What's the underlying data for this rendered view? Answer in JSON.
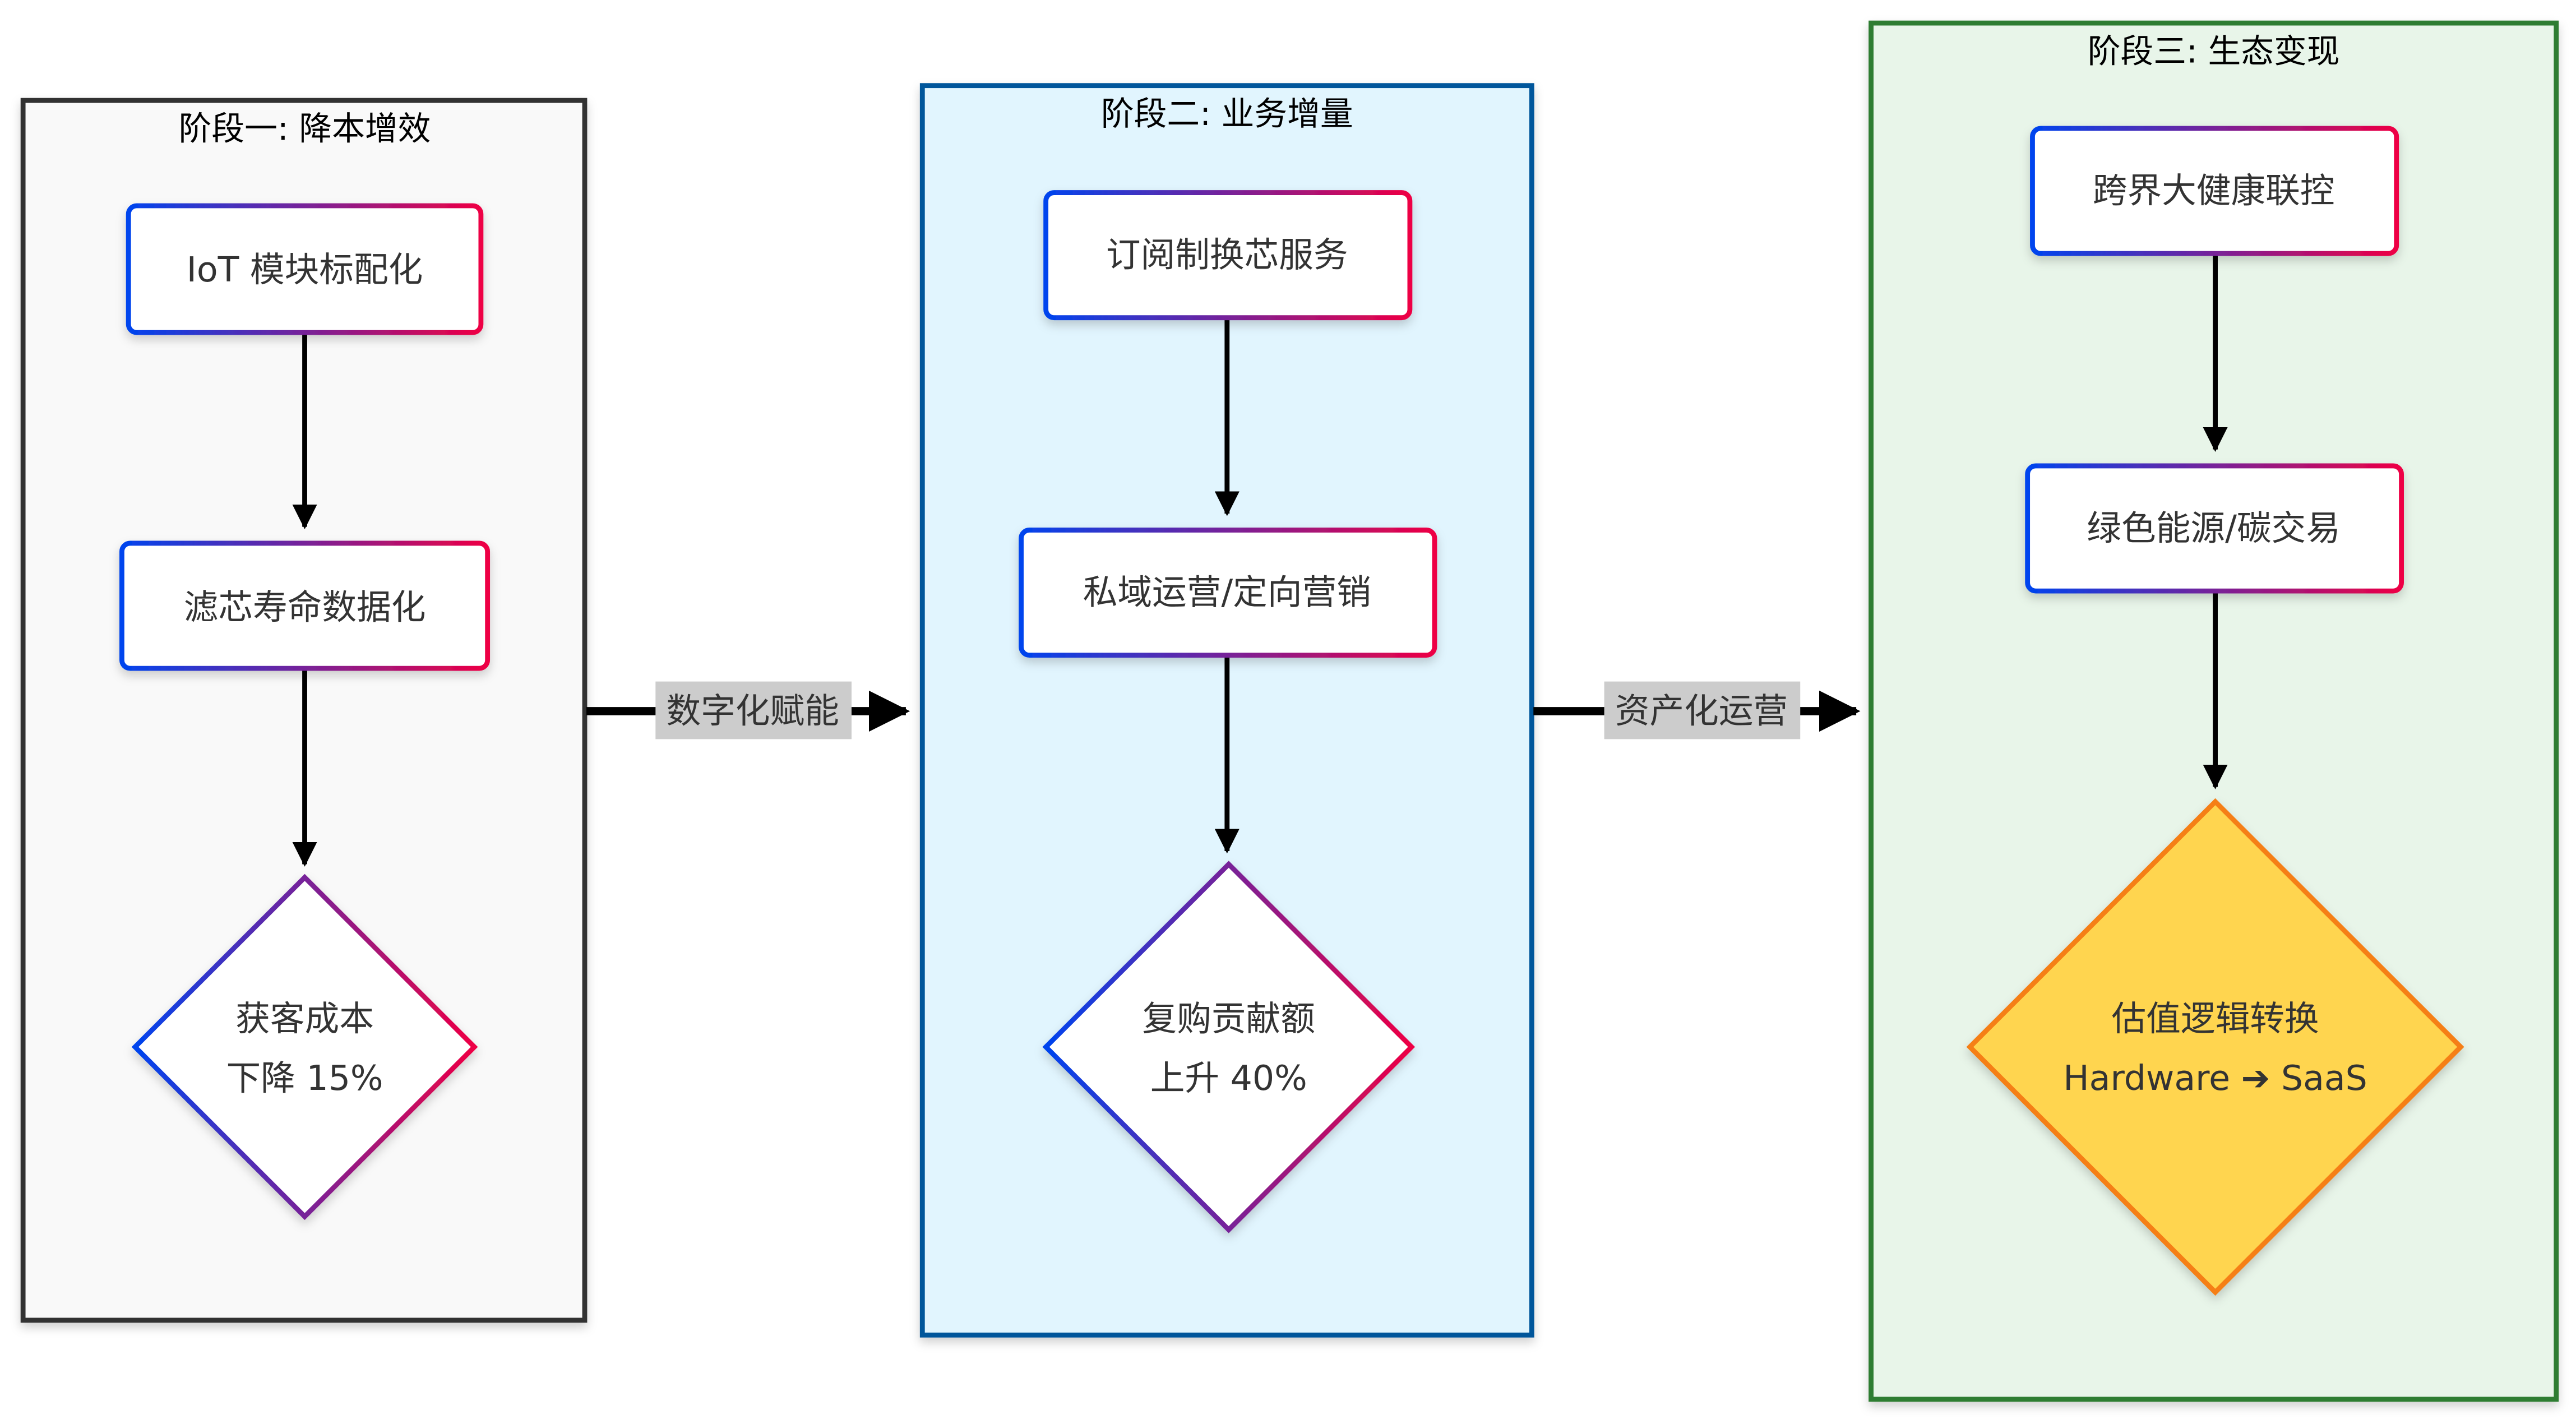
{
  "diagram": {
    "colors": {
      "node_gradient_start": "#0044ee",
      "node_gradient_end": "#ee0044",
      "node_fill": "#ffffff",
      "node_text": "#333333",
      "edge": "#000000",
      "edge_label_bg": "#cccccc",
      "highlight_fill": "#ffd54f",
      "highlight_stroke": "#f57f17"
    },
    "stages": [
      {
        "id": "stage1",
        "title": "阶段一: 降本增效",
        "fill": "#f9f9f9",
        "stroke": "#333333",
        "nodes": [
          {
            "id": "A1",
            "shape": "rect",
            "lines": [
              "IoT 模块标配化"
            ]
          },
          {
            "id": "A2",
            "shape": "rect",
            "lines": [
              "滤芯寿命数据化"
            ]
          },
          {
            "id": "A3",
            "shape": "diamond",
            "lines": [
              "获客成本",
              "下降 15%"
            ]
          }
        ]
      },
      {
        "id": "stage2",
        "title": "阶段二: 业务增量",
        "fill": "#e1f5fe",
        "stroke": "#01579b",
        "nodes": [
          {
            "id": "B1",
            "shape": "rect",
            "lines": [
              "订阅制换芯服务"
            ]
          },
          {
            "id": "B2",
            "shape": "rect",
            "lines": [
              "私域运营/定向营销"
            ]
          },
          {
            "id": "B3",
            "shape": "diamond",
            "lines": [
              "复购贡献额",
              "上升 40%"
            ]
          }
        ]
      },
      {
        "id": "stage3",
        "title": "阶段三: 生态变现",
        "fill": "#e8f5e9",
        "stroke": "#2e7d32",
        "nodes": [
          {
            "id": "C1",
            "shape": "rect",
            "lines": [
              "跨界大健康联控"
            ]
          },
          {
            "id": "C2",
            "shape": "rect",
            "lines": [
              "绿色能源/碳交易"
            ]
          },
          {
            "id": "C3",
            "shape": "diamond",
            "highlight": true,
            "lines": [
              "估值逻辑转换",
              "Hardware ➔ SaaS"
            ]
          }
        ]
      }
    ],
    "edges": [
      {
        "from": "A1",
        "to": "A2",
        "label": ""
      },
      {
        "from": "A2",
        "to": "A3",
        "label": ""
      },
      {
        "from": "B1",
        "to": "B2",
        "label": ""
      },
      {
        "from": "B2",
        "to": "B3",
        "label": ""
      },
      {
        "from": "C1",
        "to": "C2",
        "label": ""
      },
      {
        "from": "C2",
        "to": "C3",
        "label": ""
      },
      {
        "from": "stage1",
        "to": "stage2",
        "label": "数字化赋能"
      },
      {
        "from": "stage2",
        "to": "stage3",
        "label": "资产化运营"
      }
    ]
  }
}
